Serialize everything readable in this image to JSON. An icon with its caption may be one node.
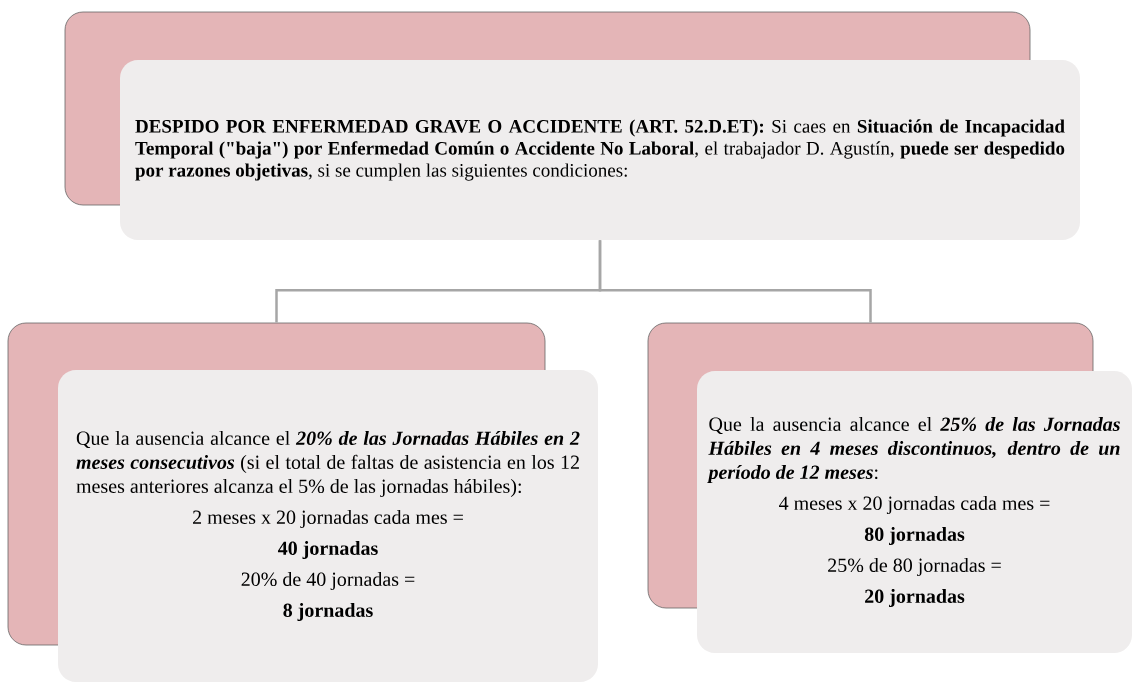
{
  "diagram": {
    "nodes": [
      {
        "text": [],
        "shape": "box"
      },
      {
        "text": [
          "**DESPIDO POR ENFERMEDAD GRAVE O ACCIDENTE (ART. 52.D.ET):** Si caes en **Situación de Incapacidad Temporal (\"baja\") por Enfermedad Común o Accidente No Laboral**, el trabajador D. Agustín, **puede ser despedido por razones objetivas**, si se cumplen las siguientes condiciones:"
        ]
      },
      {
        "text": [],
        "shape": "box"
      },
      {
        "text": [
          "Que la ausencia alcance el *20% de las Jornadas Hábiles en 2 meses consecutivos* (si el total de faltas de asistencia en los 12 meses anteriores alcanza el 5% de las jornadas hábiles):",
          "2 meses x 20 jornadas cada mes =",
          "40 jornadas",
          "20% de 40 jornadas =",
          "8 jornadas"
        ]
      },
      {
        "text": [],
        "shape": "box"
      },
      {
        "text": [
          "Que la ausencia alcance el *25% de las Jornadas Hábiles en 4 meses discontinuos, dentro de un período de 12 meses*:",
          "4 meses x 20 jornadas cada mes =",
          "80 jornadas",
          "25% de 80 jornadas =",
          "20 jornadas"
        ]
      }
    ],
    "edges": [
      {
        "from": 1,
        "to": 2,
        "arrow": "none"
      },
      {
        "from": 1,
        "to": 4,
        "arrow": "none"
      }
    ]
  }
}
